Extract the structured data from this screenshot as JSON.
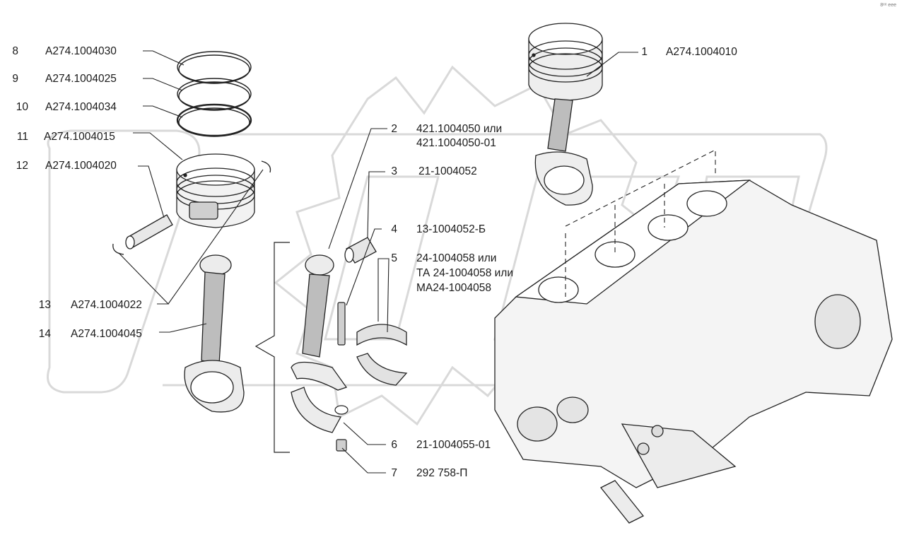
{
  "parts": [
    {
      "num": "1",
      "code": "A274.1004010"
    },
    {
      "num": "2",
      "code": "421.1004050 или",
      "code2": "421.1004050-01"
    },
    {
      "num": "3",
      "code": "21-1004052"
    },
    {
      "num": "4",
      "code": "13-1004052-Б"
    },
    {
      "num": "5",
      "code": "24-1004058 или",
      "code2": "ТА 24-1004058 или",
      "code3": "МА24-1004058"
    },
    {
      "num": "6",
      "code": "21-1004055-01"
    },
    {
      "num": "7",
      "code": "292 758-П"
    },
    {
      "num": "8",
      "code": "А274.1004030"
    },
    {
      "num": "9",
      "code": "А274.1004025"
    },
    {
      "num": "10",
      "code": "А274.1004034"
    },
    {
      "num": "11",
      "code": "А274.1004015"
    },
    {
      "num": "12",
      "code": "А274.1004020"
    },
    {
      "num": "13",
      "code": "А274.1004022"
    },
    {
      "num": "14",
      "code": "А274.1004045"
    }
  ],
  "watermark": "OPEX",
  "corner_mark": "8ᵉᵉ eee"
}
